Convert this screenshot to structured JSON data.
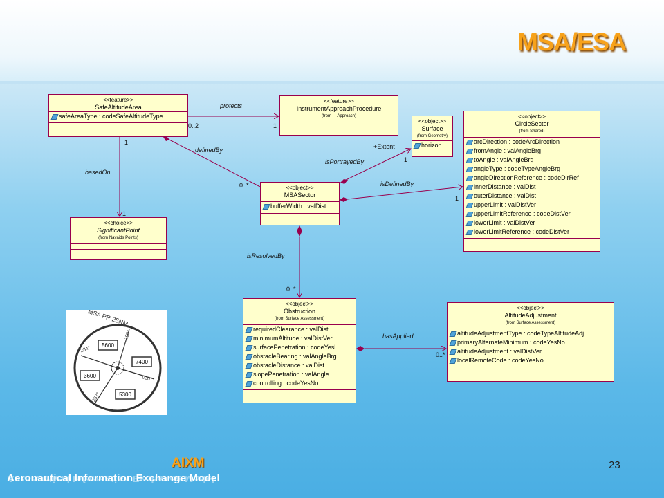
{
  "slide": {
    "title": "MSA/ESA",
    "page_number": "23",
    "logo_text": "AIXM",
    "footer_text": "Aeronautical Information Exchange Model"
  },
  "classes": {
    "safe_altitude_area": {
      "stereotype": "<<feature>>",
      "name": "SafeAltitudeArea",
      "attrs": [
        "safeAreaType : codeSafeAltitudeType"
      ]
    },
    "instrument_approach": {
      "stereotype": "<<feature>>",
      "name": "InstrumentApproachProcedure",
      "from": "(from I - Approach)"
    },
    "surface": {
      "stereotype": "<<object>>",
      "name": "Surface",
      "from": "(from Geometry)",
      "attrs": [
        "horizon..."
      ]
    },
    "circle_sector": {
      "stereotype": "<<object>>",
      "name": "CircleSector",
      "from": "(from Shared)",
      "attrs": [
        "arcDirection : codeArcDirection",
        "fromAngle : valAngleBrg",
        "toAngle : valAngleBrg",
        "angleType : codeTypeAngleBrg",
        "angleDirectionReference : codeDirRef",
        "innerDistance : valDist",
        "outerDistance : valDist",
        "upperLimit : valDistVer",
        "upperLimitReference : codeDistVer",
        "lowerLimit : valDistVer",
        "lowerLimitReference : codeDistVer"
      ]
    },
    "msa_sector": {
      "stereotype": "<<object>>",
      "name": "MSASector",
      "attrs": [
        "bufferWidth : valDist"
      ]
    },
    "significant_point": {
      "stereotype": "<<choice>>",
      "name": "SignificantPoint",
      "from": "(from Navaids Points)"
    },
    "obstruction": {
      "stereotype": "<<object>>",
      "name": "Obstruction",
      "from": "(from Surface Assessment)",
      "attrs": [
        "requiredClearance : valDist",
        "minimumAltitude : valDistVer",
        "surfacePenetration : codeYesl...",
        "obstacleBearing : valAngleBrg",
        "obstacleDistance : valDist",
        "slopePenetration : valAngle",
        "controlling : codeYesNo"
      ]
    },
    "altitude_adjustment": {
      "stereotype": "<<object>>",
      "name": "AltitudeAdjustment",
      "from": "(from Surface Assessment)",
      "attrs": [
        "altitudeAdjustmentType : codeTypeAltitudeAdj",
        "primaryAlternateMinimum : codeYesNo",
        "altitudeAdjustment : valDistVer",
        "localRemoteCode : codeYesNo"
      ]
    }
  },
  "associations": {
    "protects": "protects",
    "defined_by": "definedBy",
    "based_on": "basedOn",
    "is_portrayed_by": "isPortrayedBy",
    "extent": "+Extent",
    "is_defined_by": "isDefinedBy",
    "is_resolved_by": "isResolvedBy",
    "has_applied": "hasApplied"
  },
  "multiplicities": {
    "protects_src": "0..2",
    "protects_dst": "1",
    "saa_top": "1",
    "sp_end": "1",
    "msa_end": "0..*",
    "surface_end": "1",
    "circle_end": "1",
    "obstruction_end": "0..*",
    "adj_end": "0..*"
  },
  "msa_chart": {
    "header": "MSA PR 25NM",
    "altitudes": [
      "5600",
      "7400",
      "3600",
      "5300"
    ],
    "bearings": [
      "192°",
      "284°",
      "257°",
      "030°"
    ]
  }
}
